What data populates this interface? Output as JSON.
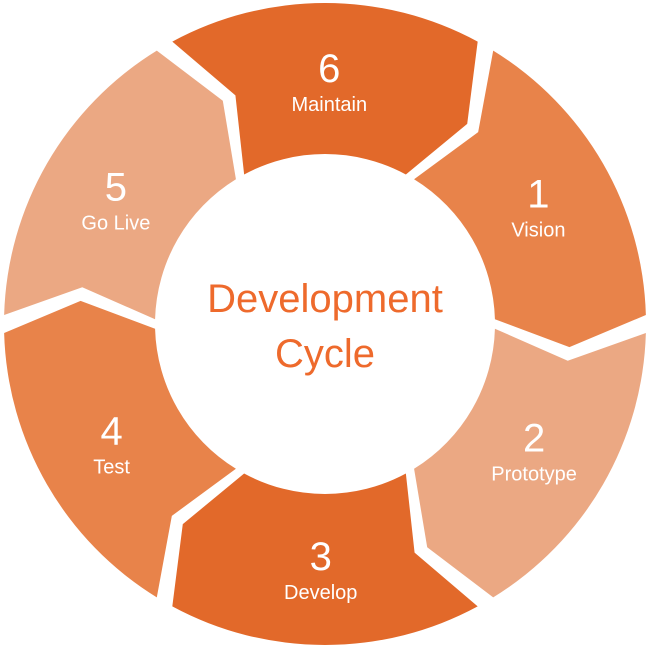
{
  "center": {
    "line1": "Development",
    "line2": "Cycle",
    "color": "#ee6a2c"
  },
  "steps": [
    {
      "number": "1",
      "label": "Vision",
      "color": "#e8834a"
    },
    {
      "number": "2",
      "label": "Prototype",
      "color": "#eba883"
    },
    {
      "number": "3",
      "label": "Develop",
      "color": "#e2692a"
    },
    {
      "number": "4",
      "label": "Test",
      "color": "#e8834a"
    },
    {
      "number": "5",
      "label": "Go Live",
      "color": "#eba883"
    },
    {
      "number": "6",
      "label": "Maintain",
      "color": "#e2692a"
    }
  ]
}
